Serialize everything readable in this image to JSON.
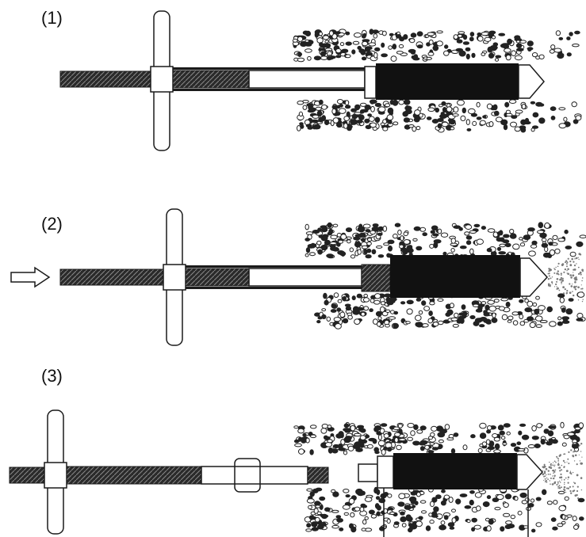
{
  "steps": [
    {
      "label": "(1)"
    },
    {
      "label": "(2)"
    },
    {
      "label": "(3)"
    }
  ],
  "colors": {
    "ink": "#1a1a1a",
    "hatch": "#3a3a3a",
    "fill": "#ffffff",
    "gravel": "#222222",
    "spray": "#7a7a7a"
  }
}
